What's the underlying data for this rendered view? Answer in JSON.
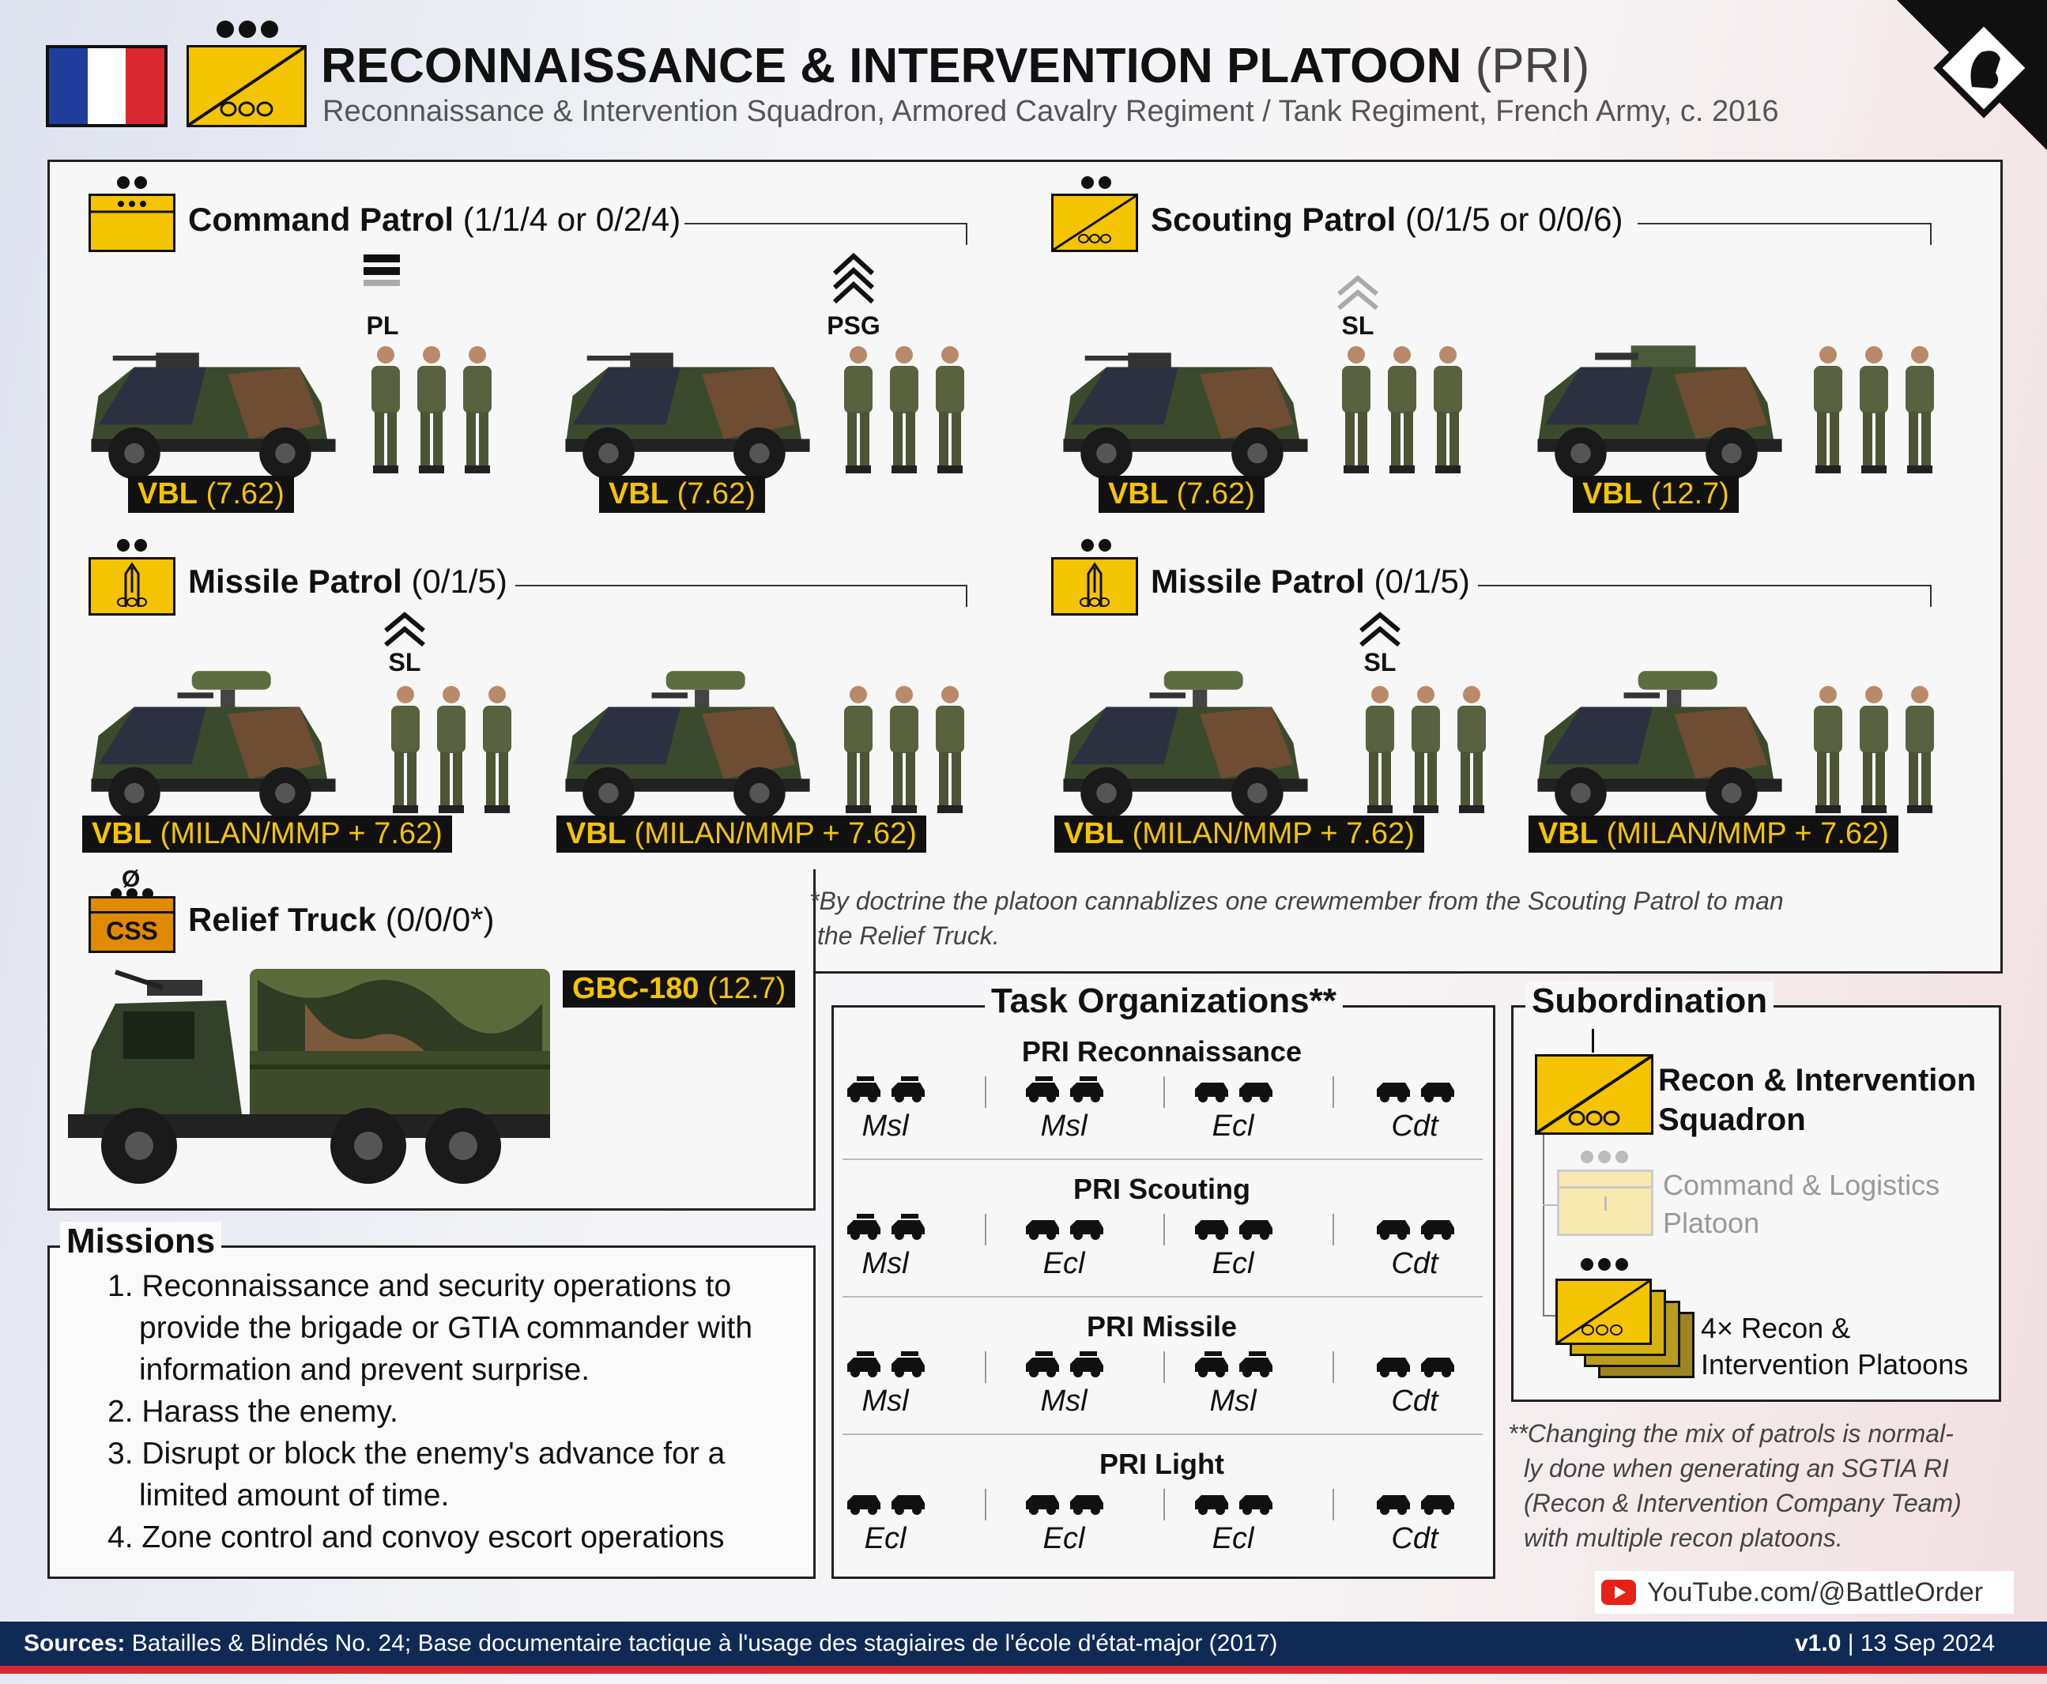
{
  "header": {
    "title": "RECONNAISSANCE & INTERVENTION PLATOON",
    "title_abbr": "(PRI)",
    "subtitle": "Reconnaissance & Intervention Squadron, Armored Cavalry Regiment / Tank Regiment, French Army, c. 2016"
  },
  "patrols": {
    "command": {
      "name": "Command Patrol",
      "strength": "(1/1/4 or 0/2/4)"
    },
    "scouting": {
      "name": "Scouting Patrol",
      "strength": "(0/1/5 or 0/0/6)"
    },
    "missile1": {
      "name": "Missile Patrol",
      "strength": "(0/1/5)"
    },
    "missile2": {
      "name": "Missile Patrol",
      "strength": "(0/1/5)"
    },
    "relief": {
      "name": "Relief Truck",
      "strength": "(0/0/0*)",
      "symbol_text": "CSS",
      "symbol_top": "Ø"
    }
  },
  "ranks": {
    "pl": "PL",
    "psg": "PSG",
    "sl1": "SL",
    "sl2": "SL",
    "sl3": "SL"
  },
  "vehicles": {
    "v1": {
      "type": "VBL",
      "arm": "(7.62)"
    },
    "v2": {
      "type": "VBL",
      "arm": "(7.62)"
    },
    "v3": {
      "type": "VBL",
      "arm": "(7.62)"
    },
    "v4": {
      "type": "VBL",
      "arm": "(12.7)"
    },
    "v5": {
      "type": "VBL",
      "arm": "(MILAN/MMP + 7.62)"
    },
    "v6": {
      "type": "VBL",
      "arm": "(MILAN/MMP + 7.62)"
    },
    "v7": {
      "type": "VBL",
      "arm": "(MILAN/MMP + 7.62)"
    },
    "v8": {
      "type": "VBL",
      "arm": "(MILAN/MMP + 7.62)"
    },
    "truck": {
      "type": "GBC-180",
      "arm": "(12.7)"
    }
  },
  "relief_note": {
    "line1": "*By doctrine the platoon cannablizes one crewmember from the Scouting Patrol to man",
    "line2": "the Relief Truck."
  },
  "task_orgs": {
    "title": "Task Organizations**",
    "rows": [
      {
        "name": "PRI Reconnaissance",
        "cols": [
          "Msl",
          "Msl",
          "Ecl",
          "Cdt"
        ]
      },
      {
        "name": "PRI Scouting",
        "cols": [
          "Msl",
          "Ecl",
          "Ecl",
          "Cdt"
        ]
      },
      {
        "name": "PRI Missile",
        "cols": [
          "Msl",
          "Msl",
          "Msl",
          "Cdt"
        ]
      },
      {
        "name": "PRI Light",
        "cols": [
          "Ecl",
          "Ecl",
          "Ecl",
          "Cdt"
        ]
      }
    ]
  },
  "subordination": {
    "title": "Subordination",
    "parent_l1": "Recon & Intervention",
    "parent_l2": "Squadron",
    "cmd_l1": "Command & Logistics",
    "cmd_l2": "Platoon",
    "pl_l1": "4× Recon &",
    "pl_l2": "Intervention Platoons"
  },
  "missions": {
    "title": "Missions",
    "items": [
      "1. Reconnaissance and security operations to",
      "provide the brigade or GTIA commander with",
      "information and prevent surprise.",
      "2. Harass the enemy.",
      "3. Disrupt or block the enemy's advance for a",
      "limited amount of time.",
      "4. Zone control and convoy escort operations"
    ]
  },
  "task_note": {
    "l1": "**Changing the mix of patrols is normal-",
    "l2": "ly done when generating an SGTIA RI",
    "l3": "(Recon & Intervention Company Team)",
    "l4": "with multiple recon platoons."
  },
  "youtube": "YouTube.com/@BattleOrder",
  "footer": {
    "sources_label": "Sources:",
    "sources": "Batailles & Blindés No. 24; Base documentaire tactique à l'usage des stagiaires de l'école d'état-major (2017)",
    "version": "v1.0",
    "date": "13 Sep 2024"
  },
  "colors": {
    "accent": "#f5c400",
    "css": "#e08a00",
    "dark": "#111111",
    "footer": "#0f2a55",
    "flag_blue": "#1f3e9b",
    "flag_red": "#d9282f"
  }
}
